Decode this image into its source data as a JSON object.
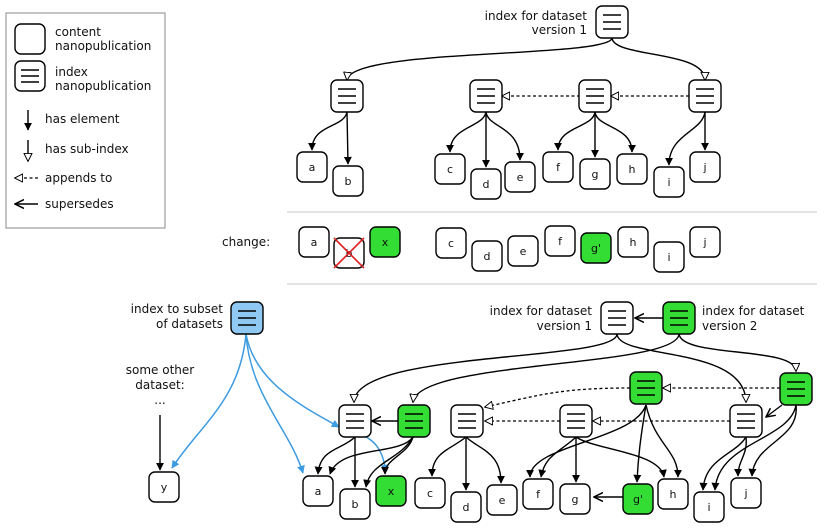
{
  "legend": {
    "content": "content nanopublication",
    "content_l1": "content",
    "content_l2": "nanopublication",
    "index_l1": "index",
    "index_l2": "nanopublication",
    "has_element": "has element",
    "has_sub_index": "has sub-index",
    "appends_to": "appends to",
    "supersedes": "supersedes"
  },
  "top": {
    "root_label_l1": "index for dataset",
    "root_label_l2": "version 1"
  },
  "middle": {
    "change_label": "change:"
  },
  "bottom": {
    "subset_label_l1": "index to subset",
    "subset_label_l2": "of datasets",
    "other_l1": "some other",
    "other_l2": "dataset:",
    "other_l3": "...",
    "v1_label_l1": "index for dataset",
    "v1_label_l2": "version 1",
    "v2_label_l1": "index for dataset",
    "v2_label_l2": "version 2"
  },
  "nodes": {
    "a": "a",
    "b": "b",
    "c": "c",
    "d": "d",
    "e": "e",
    "f": "f",
    "g": "g",
    "h": "h",
    "i": "i",
    "j": "j",
    "x": "x",
    "g_prime": "g'",
    "y": "y"
  },
  "colors": {
    "new": "#33dd33",
    "subset": "#8ec8f3",
    "subset_edges": "#3d9be0",
    "removed_cross": "#e02020"
  }
}
